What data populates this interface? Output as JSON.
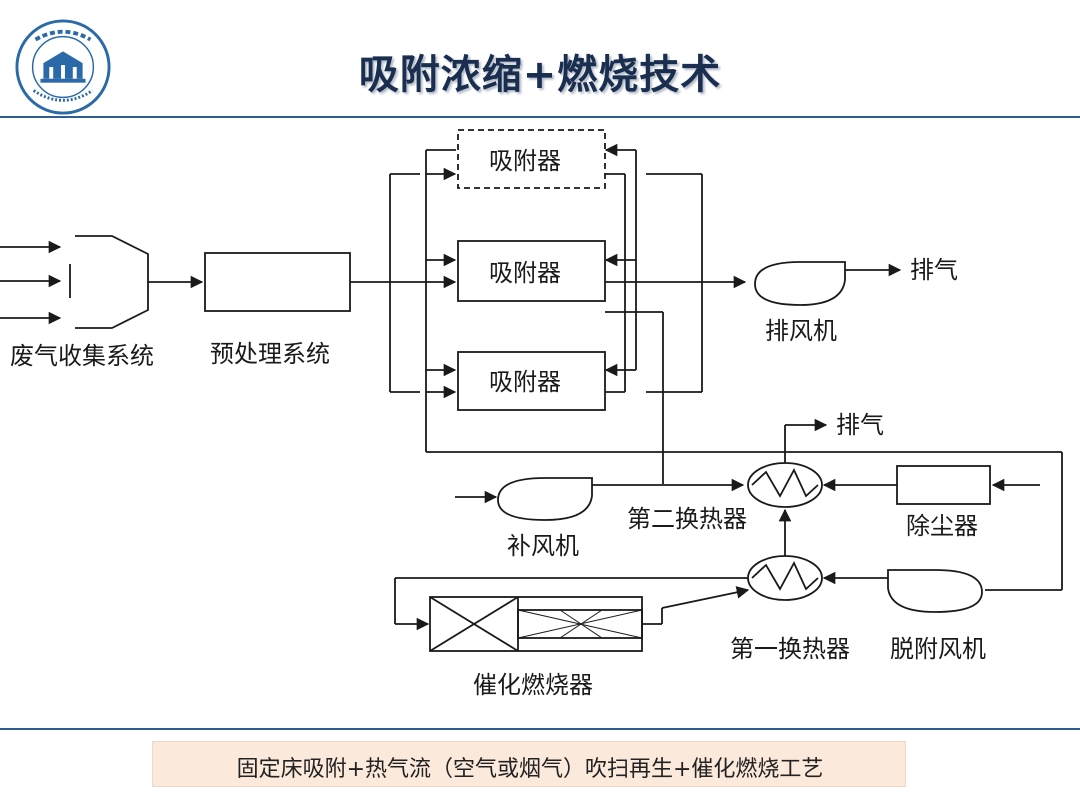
{
  "header": {
    "title": "吸附浓缩+燃烧技术",
    "logo": {
      "icon": "university-seal",
      "lettering": "華南理工大學 SOUTH CHINA UNIVERSITY OF TECHNOLOGY"
    }
  },
  "diagram": {
    "nodes": {
      "waste_gas_collection": "废气收集系统",
      "pretreatment": "预处理系统",
      "adsorber_1": "吸附器",
      "adsorber_2": "吸附器",
      "adsorber_3": "吸附器",
      "exhaust_fan": "排风机",
      "exhaust_1": "排气",
      "exhaust_2": "排气",
      "makeup_fan": "补风机",
      "second_heat_exchanger": "第二换热器",
      "first_heat_exchanger": "第一换热器",
      "dust_remover": "除尘器",
      "desorption_fan": "脱附风机",
      "catalytic_combustor": "催化燃烧器"
    }
  },
  "footer": {
    "caption": "固定床吸附+热气流（空气或烟气）吹扫再生+催化燃烧工艺"
  },
  "colors": {
    "title": "#1a2e50",
    "rule": "#2e5e8e",
    "caption_bg": "#fbe9dc",
    "line": "#1a1a1a"
  }
}
